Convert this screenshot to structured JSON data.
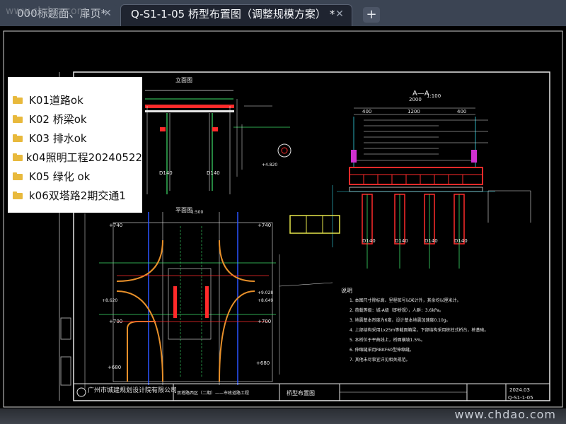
{
  "tabs": [
    {
      "label": "000标题面、扉页*",
      "close": "✕"
    },
    {
      "label": "Q-S1-1-05 桥型布置图（调整规模方案） *",
      "close": "✕"
    }
  ],
  "new_tab_icon": "+",
  "watermark_top": "www.chdao.com",
  "watermark_bottom": "www.chdao.com",
  "folders": [
    {
      "name": "K01道路ok",
      "icon": "folder-icon"
    },
    {
      "name": "K02 桥梁ok",
      "icon": "folder-icon"
    },
    {
      "name": "K03 排水ok",
      "icon": "folder-icon"
    },
    {
      "name": "k04照明工程20240522",
      "icon": "folder-icon"
    },
    {
      "name": "K05 绿化 ok",
      "icon": "folder-icon"
    },
    {
      "name": "k06双塔路2期交通1",
      "icon": "folder-icon"
    }
  ],
  "drawing": {
    "section_aa_title": "A—A",
    "section_scale": "1:100",
    "elevation_title": "立面图",
    "plan_title": "平面图",
    "plan_scale": "1:500",
    "dims_top": [
      "400",
      "1200",
      "400"
    ],
    "dims_total": "2000",
    "notes_title": "说明",
    "notes": [
      "1. 本图尺寸除标高、里程桩号以米计外，其余均以厘米计。",
      "2. 荷载等级：城-A级（即桥规），人群：3.6kPa。",
      "3. 地震基本烈度为6度，设计基本地震加速度0.10g。",
      "4. 上部结构采用1x25m等截面箱梁，下部结构采用桩柱式桥台，桩基础。",
      "5. 本桥位于平曲线上，桥面横坡1.5%。",
      "6. 伸缩缝采用RBKF60型伸缩缝。",
      "7. 其他未尽事宜详见相关规范。"
    ],
    "company": "广州市城建规划设计院有限公司",
    "project": "双塔路西区（二期）——市政道路工程",
    "sheet_name": "桥型布置图",
    "date": "2024.03",
    "sheet_no": "Q-S1-1-05",
    "elevations": [
      "+740",
      "+740",
      "+700",
      "+700",
      "+680",
      "+680",
      "+8.620",
      "+9.028",
      "+8.649",
      "+4.820"
    ],
    "piles": [
      "D140",
      "D140",
      "D140",
      "D140",
      "D140",
      "D140"
    ]
  },
  "colors": {
    "tabbar": "#3b4453",
    "canvas": "#000000",
    "accent_red": "#ff2a2a",
    "accent_green": "#3ee06a",
    "accent_cyan": "#35d6e6",
    "accent_yellow": "#e6e64a",
    "accent_orange": "#e8902a",
    "accent_blue": "#2b54ff",
    "accent_magenta": "#d030d0"
  }
}
